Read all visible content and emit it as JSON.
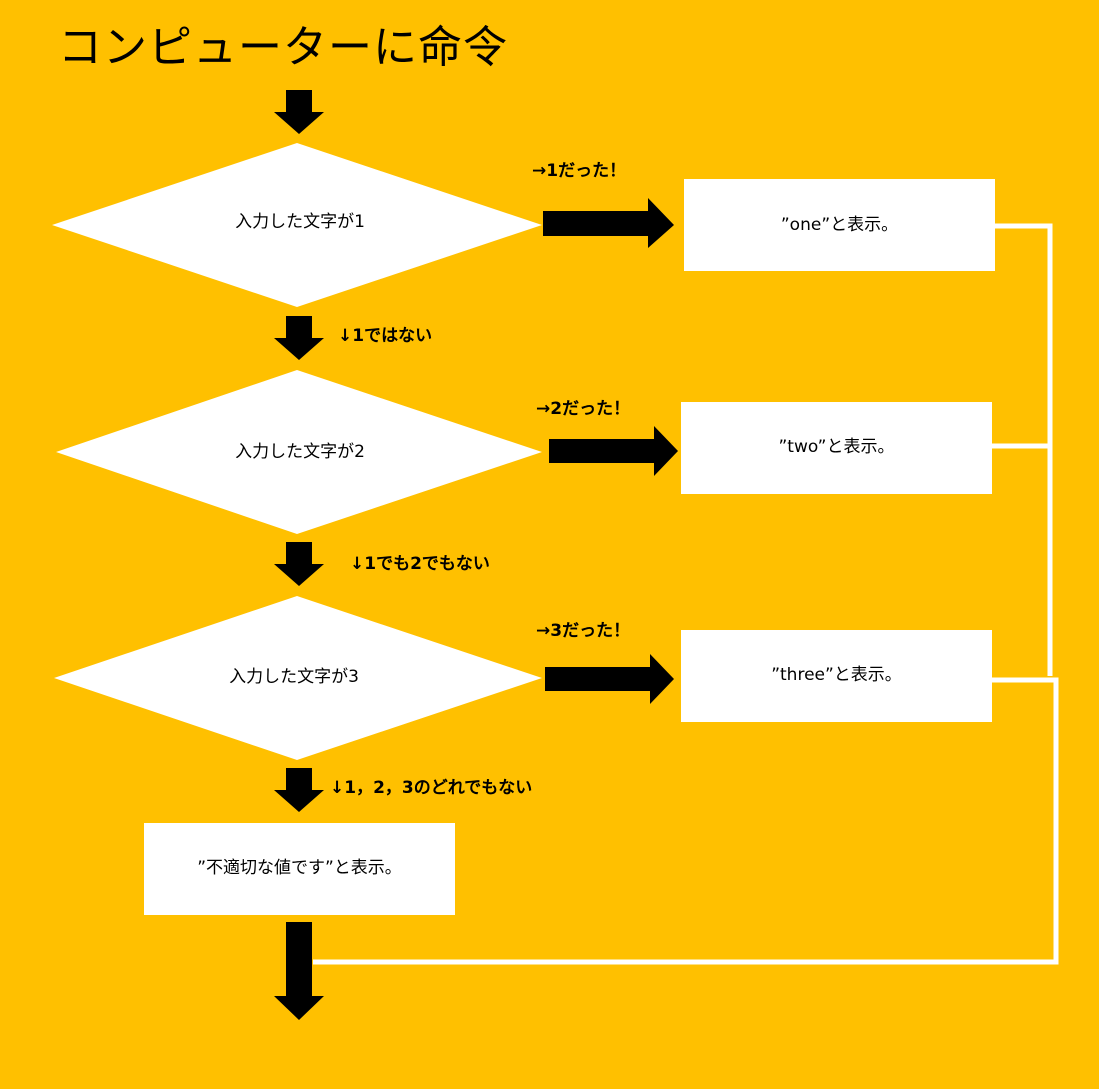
{
  "title": "コンピューターに命令",
  "decisions": [
    {
      "text": "入力した文字が1",
      "yes_label": "→1だった！",
      "result": "”one”と表示。"
    },
    {
      "text": "入力した文字が2",
      "yes_label": "→2だった！",
      "result": "”two”と表示。"
    },
    {
      "text": "入力した文字が3",
      "yes_label": "→3だった！",
      "result": "”three”と表示。"
    }
  ],
  "no_labels": [
    "↓1ではない",
    "↓1でも2でもない",
    "↓1，2，3のどれでもない"
  ],
  "fallback": "”不適切な値です”と表示。",
  "colors": {
    "background": "#FFC000",
    "shape_fill": "#FFFFFF",
    "arrow": "#000000",
    "connector": "#FFFFFF"
  }
}
